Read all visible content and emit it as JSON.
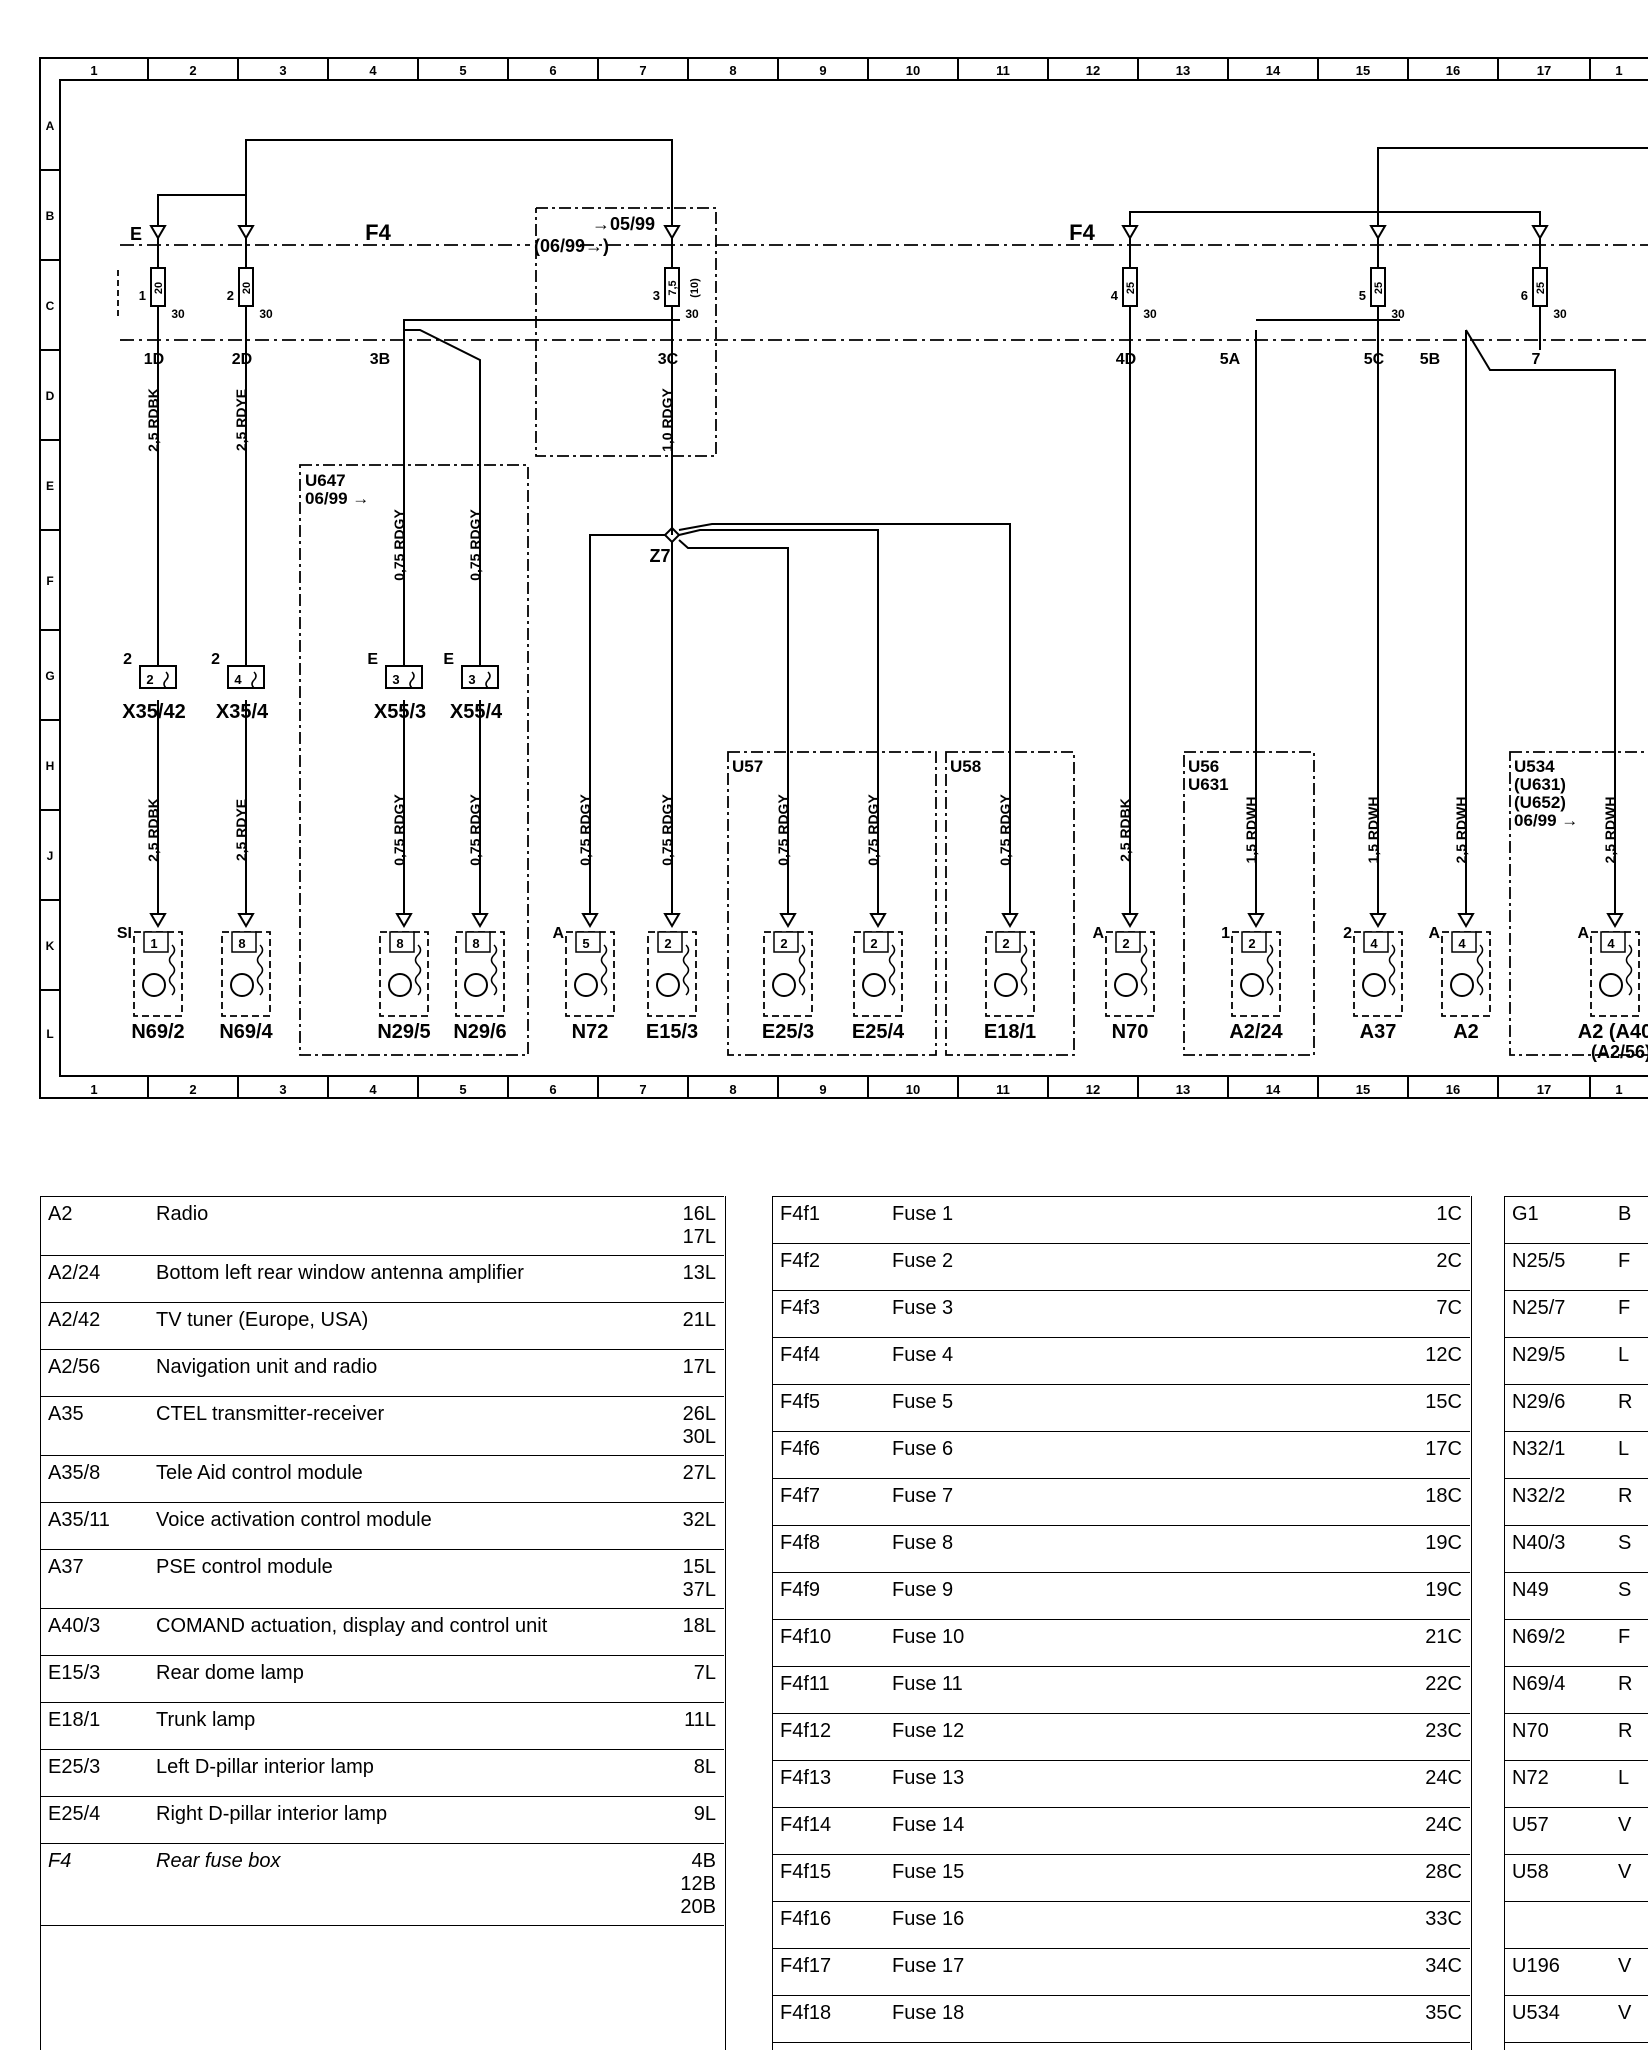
{
  "grid": {
    "columns": [
      "1",
      "2",
      "3",
      "4",
      "5",
      "6",
      "7",
      "8",
      "9",
      "10",
      "11",
      "12",
      "13",
      "14",
      "15",
      "16",
      "17",
      "1"
    ],
    "rows": [
      "A",
      "B",
      "C",
      "D",
      "E",
      "F",
      "G",
      "H",
      "J",
      "K",
      "L"
    ]
  },
  "diagram": {
    "fuse_box_labels": [
      "F4",
      "F4"
    ],
    "version_labels": [
      "→05/99",
      "(06/99→)"
    ],
    "fuses": [
      {
        "name": "E",
        "num": "1",
        "amp": "20",
        "term": "30",
        "out": "1D"
      },
      {
        "name": "",
        "num": "2",
        "amp": "20",
        "term": "30",
        "out": "2D"
      },
      {
        "name": "",
        "num": "3",
        "amp": "7,5",
        "term": "30",
        "extra": "(10)",
        "out": "3C"
      },
      {
        "name": "",
        "num": "4",
        "amp": "25",
        "term": "30",
        "out": "4D"
      },
      {
        "name": "",
        "num": "5",
        "amp": "25",
        "term": "30",
        "out": "5C"
      },
      {
        "name": "",
        "num": "6",
        "amp": "25",
        "term": "30",
        "out": "7"
      }
    ],
    "split_labels": [
      "3B",
      "5A",
      "5B"
    ],
    "splice": "Z7",
    "wires": {
      "w1": "2,5 RDBK",
      "w2": "2,5 RDYE",
      "w3": "1,0 RDGY",
      "w4": "0,75 RDGY",
      "w5": "0,75 RDGY",
      "w1b": "2,5 RDBK",
      "w2b": "2,5 RDYE",
      "w4b": "0,75 RDGY",
      "w5b": "0,75 RDGY",
      "w6": "0,75 RDGY",
      "w7": "0,75 RDGY",
      "w8": "0,75 RDGY",
      "w9": "0,75 RDGY",
      "w10": "0,75 RDGY",
      "w11": "2,5 RDBK",
      "w12": "1,5 RDWH",
      "w13": "1,5 RDWH",
      "w14": "2,5 RDWH",
      "w15": "2,5 RDWH"
    },
    "dashed_boxes": {
      "u647": [
        "U647",
        "06/99 →"
      ],
      "u57": [
        "U57"
      ],
      "u58": [
        "U58"
      ],
      "u56": [
        "U56",
        "U631"
      ],
      "u534": [
        "U534",
        "(U631)",
        "(U652)",
        "06/99 →"
      ]
    },
    "connectors": [
      {
        "label": "X35/42",
        "pin": "2",
        "inner": "2"
      },
      {
        "label": "X35/4",
        "pin": "2",
        "inner": "4"
      },
      {
        "label": "X55/3",
        "pin": "E",
        "inner": "3"
      },
      {
        "label": "X55/4",
        "pin": "E",
        "inner": "3"
      }
    ],
    "components": [
      {
        "label": "N69/2",
        "pin": "SI",
        "inner": "1"
      },
      {
        "label": "N69/4",
        "pin": "",
        "inner": "8"
      },
      {
        "label": "N29/5",
        "pin": "",
        "inner": "8"
      },
      {
        "label": "N29/6",
        "pin": "",
        "inner": "8"
      },
      {
        "label": "N72",
        "pin": "A",
        "inner": "5"
      },
      {
        "label": "E15/3",
        "pin": "",
        "inner": "2"
      },
      {
        "label": "E25/3",
        "pin": "",
        "inner": "2"
      },
      {
        "label": "E25/4",
        "pin": "",
        "inner": "2"
      },
      {
        "label": "E18/1",
        "pin": "",
        "inner": "2"
      },
      {
        "label": "N70",
        "pin": "A",
        "inner": "2"
      },
      {
        "label": "A2/24",
        "pin": "1",
        "inner": "2"
      },
      {
        "label": "A37",
        "pin": "2",
        "inner": "4"
      },
      {
        "label": "A2",
        "pin": "A",
        "inner": "4"
      },
      {
        "label": "A2 (A40",
        "pin": "A",
        "inner": "4",
        "sub": "(A2/56)"
      }
    ]
  },
  "legend": {
    "left": [
      {
        "code": "A2",
        "desc": "Radio",
        "refs": [
          "16L",
          "17L"
        ]
      },
      {
        "code": "A2/24",
        "desc": "Bottom left rear window antenna amplifier",
        "refs": [
          "13L"
        ]
      },
      {
        "code": "A2/42",
        "desc": "TV tuner (Europe, USA)",
        "refs": [
          "21L"
        ]
      },
      {
        "code": "A2/56",
        "desc": "Navigation unit and radio",
        "refs": [
          "17L"
        ]
      },
      {
        "code": "A35",
        "desc": "CTEL transmitter-receiver",
        "refs": [
          "26L",
          "30L"
        ]
      },
      {
        "code": "A35/8",
        "desc": "Tele Aid control module",
        "refs": [
          "27L"
        ]
      },
      {
        "code": "A35/11",
        "desc": "Voice activation control module",
        "refs": [
          "32L"
        ]
      },
      {
        "code": "A37",
        "desc": "PSE control module",
        "refs": [
          "15L",
          "37L"
        ]
      },
      {
        "code": "A40/3",
        "desc": "COMAND actuation, display and control unit",
        "refs": [
          "18L"
        ]
      },
      {
        "code": "E15/3",
        "desc": "Rear dome lamp",
        "refs": [
          "7L"
        ]
      },
      {
        "code": "E18/1",
        "desc": "Trunk lamp",
        "refs": [
          "11L"
        ]
      },
      {
        "code": "E25/3",
        "desc": "Left D-pillar interior lamp",
        "refs": [
          "8L"
        ]
      },
      {
        "code": "E25/4",
        "desc": "Right D-pillar interior lamp",
        "refs": [
          "9L"
        ]
      },
      {
        "code": "F4",
        "desc": "Rear fuse box",
        "refs": [
          "4B",
          "12B",
          "20B"
        ]
      }
    ],
    "middle": [
      {
        "code": "F4f1",
        "desc": "Fuse 1",
        "ref": "1C"
      },
      {
        "code": "F4f2",
        "desc": "Fuse 2",
        "ref": "2C"
      },
      {
        "code": "F4f3",
        "desc": "Fuse 3",
        "ref": "7C"
      },
      {
        "code": "F4f4",
        "desc": "Fuse 4",
        "ref": "12C"
      },
      {
        "code": "F4f5",
        "desc": "Fuse 5",
        "ref": "15C"
      },
      {
        "code": "F4f6",
        "desc": "Fuse 6",
        "ref": "17C"
      },
      {
        "code": "F4f7",
        "desc": "Fuse 7",
        "ref": "18C"
      },
      {
        "code": "F4f8",
        "desc": "Fuse 8",
        "ref": "19C"
      },
      {
        "code": "F4f9",
        "desc": "Fuse 9",
        "ref": "19C"
      },
      {
        "code": "F4f10",
        "desc": "Fuse 10",
        "ref": "21C"
      },
      {
        "code": "F4f11",
        "desc": "Fuse 11",
        "ref": "22C"
      },
      {
        "code": "F4f12",
        "desc": "Fuse 12",
        "ref": "23C"
      },
      {
        "code": "F4f13",
        "desc": "Fuse 13",
        "ref": "24C"
      },
      {
        "code": "F4f14",
        "desc": "Fuse 14",
        "ref": "24C"
      },
      {
        "code": "F4f15",
        "desc": "Fuse 15",
        "ref": "28C"
      },
      {
        "code": "F4f16",
        "desc": "Fuse 16",
        "ref": "33C"
      },
      {
        "code": "F4f17",
        "desc": "Fuse 17",
        "ref": "34C"
      },
      {
        "code": "F4f18",
        "desc": "Fuse 18",
        "ref": "35C"
      }
    ],
    "right": [
      {
        "code": "G1",
        "desc": "B"
      },
      {
        "code": "N25/5",
        "desc": "F"
      },
      {
        "code": "N25/7",
        "desc": "F"
      },
      {
        "code": "N29/5",
        "desc": "L"
      },
      {
        "code": "N29/6",
        "desc": "R"
      },
      {
        "code": "N32/1",
        "desc": "L"
      },
      {
        "code": "N32/2",
        "desc": "R"
      },
      {
        "code": "N40/3",
        "desc": "S"
      },
      {
        "code": "N49",
        "desc": "S"
      },
      {
        "code": "N69/2",
        "desc": "F"
      },
      {
        "code": "N69/4",
        "desc": "R"
      },
      {
        "code": "N70",
        "desc": "R"
      },
      {
        "code": "N72",
        "desc": "L"
      },
      {
        "code": "U57",
        "desc": "V"
      },
      {
        "code": "U58",
        "desc": "V"
      },
      {
        "code": "",
        "desc": ""
      },
      {
        "code": "U196",
        "desc": "V"
      },
      {
        "code": "U534",
        "desc": "V"
      }
    ]
  }
}
